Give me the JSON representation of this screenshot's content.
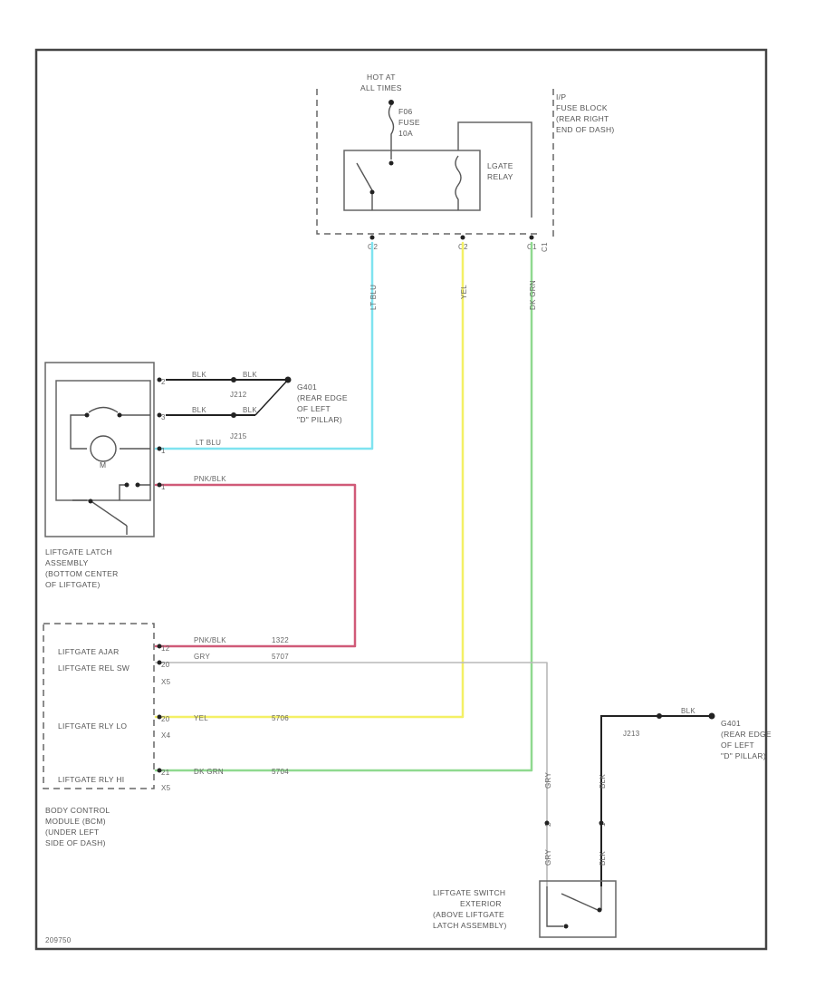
{
  "colors": {
    "lt_blu": "#7fe3f0",
    "yel": "#f4f065",
    "dk_grn": "#8fd98f",
    "pnk_blk": "#d05a78",
    "gry": "#b8b8b8",
    "frame": "#444444"
  },
  "hot_at_all_times": [
    "HOT AT",
    "ALL TIMES"
  ],
  "fuse": [
    "F06",
    "FUSE",
    "10A"
  ],
  "fuse_block": [
    "I/P",
    "FUSE BLOCK",
    "(REAR RIGHT",
    "END OF DASH)"
  ],
  "relay_label": [
    "LGATE",
    "RELAY"
  ],
  "relay_pins": [
    "G2",
    "C2",
    "C1"
  ],
  "fuse_block_code": "C1",
  "riser_wire_labels": {
    "lt_blu": "LT BLU",
    "yel": "YEL",
    "dk_grn": "DK GRN"
  },
  "latch_pins": [
    "2",
    "3",
    "1",
    "1"
  ],
  "latch_wires": {
    "w1a": "BLK",
    "w1b": "BLK",
    "w2a": "BLK",
    "w2b": "BLK",
    "lt_blu": "LT BLU",
    "pnk_blk": "PNK/BLK"
  },
  "splices": [
    "J212",
    "J215"
  ],
  "ground_label": [
    "G401",
    "(REAR EDGE",
    "OF LEFT",
    "\"D\" PILLAR)"
  ],
  "motor_label": "M",
  "latch_assembly_label": [
    "LIFTGATE LATCH",
    "ASSEMBLY",
    "(BOTTOM CENTER",
    "OF LIFTGATE)"
  ],
  "bcm_rows": [
    {
      "name": "LIFTGATE AJAR",
      "pin": "12",
      "wire": "PNK/BLK",
      "pin_code": "1322"
    },
    {
      "name": "LIFTGATE REL SW",
      "pin": "20",
      "wire": "GRY",
      "pin_code": "5707"
    },
    {
      "name": "LIFTGATE RLY LO",
      "pin": "20",
      "wire": "YEL",
      "pin_code": "5706"
    },
    {
      "name": "LIFTGATE RLY HI",
      "pin": "21",
      "wire": "DK GRN",
      "pin_code": "5704"
    }
  ],
  "bcm_connectors": [
    "X5",
    "X4",
    "X5"
  ],
  "bcm_label": [
    "BODY CONTROL",
    "MODULE (BCM)",
    "(UNDER LEFT",
    "SIDE OF DASH)"
  ],
  "switch_wires": {
    "gry_top": "GRY",
    "blk_top": "BLK",
    "pin_a": "2",
    "pin_b": "1",
    "gry_bot": "GRY",
    "blk_bot": "BLK",
    "gnd_wire": "BLK",
    "splice": "J213"
  },
  "switch_label": [
    "LIFTGATE SWITCH",
    "EXTERIOR",
    "(ABOVE LIFTGATE",
    "LATCH ASSEMBLY)"
  ],
  "figure_code": "209750"
}
